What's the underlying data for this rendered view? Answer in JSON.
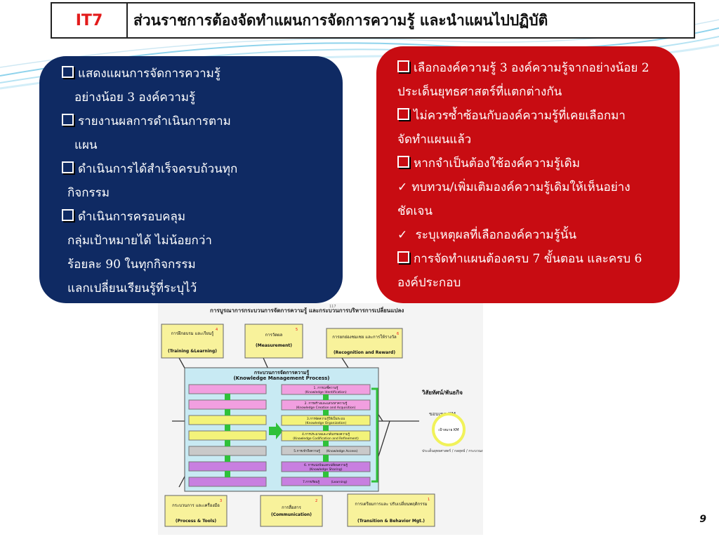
{
  "header": {
    "code": "IT7",
    "title": "ส่วนราชการต้องจัดทำแผนการจัดการความรู้ และนำแผนไปปฏิบัติ"
  },
  "left_panel": {
    "items": [
      {
        "line1": "แสดงแผนการจัดการความรู้",
        "line2": "อย่างน้อย 3 องค์ความรู้"
      },
      {
        "line1": "รายงานผลการดำเนินการตาม",
        "line2": "แผน"
      },
      {
        "line1": "ดำเนินการได้สำเร็จครบถ้วนทุก",
        "line2": "กิจกรรม"
      },
      {
        "line1": "ดำเนินการครอบคลุม",
        "line2": "กลุ่มเป้าหมายได้ ไม่น้อยกว่า",
        "line3": "ร้อยละ 90 ในทุกกิจกรรม",
        "line4": "แลกเปลี่ยนเรียนรู้ที่ระบุไว้"
      }
    ]
  },
  "right_panel": {
    "items": [
      {
        "marker": "box",
        "line1": "เลือกองค์ความรู้ 3 องค์ความรู้จากอย่างน้อย 2",
        "line2": "ประเด็นยุทธศาสตร์ที่แตกต่างกัน"
      },
      {
        "marker": "box",
        "line1": "ไม่ควรซ้ำซ้อนกับองค์ความรู้ที่เคยเลือกมา",
        "line2": "จัดทำแผนแล้ว"
      },
      {
        "marker": "box",
        "line1": "หากจำเป็นต้องใช้องค์ความรู้เดิม",
        "line2": ""
      },
      {
        "marker": "check",
        "line1": "ทบทวน/เพิ่มเติมองค์ความรู้เดิมให้เห็นอย่าง",
        "line2": "ชัดเจน"
      },
      {
        "marker": "check",
        "line1": "ระบุเหตุผลที่เลือกองค์ความรู้นั้น",
        "line2": ""
      },
      {
        "marker": "box",
        "line1": "การจัดทำแผนต้องครบ 7 ขั้นตอน และครบ 6",
        "line2": "องค์ประกอบ"
      }
    ],
    "check_glyph": "✓"
  },
  "diagram": {
    "page_tag": "117",
    "title": "การบูรณาการกระบวนการจัดการความรู้ และกระบวนการบริหารการเปลี่ยนแปลง",
    "top_boxes": [
      {
        "num": "4",
        "th": "การฝึกอบรม และเรียนรู้",
        "en": "(Training &Learning)"
      },
      {
        "num": "5",
        "th": "การวัดผล",
        "en": "(Measurement)"
      },
      {
        "num": "6",
        "th": "การยกย่องชมเชย และการให้รางวัล",
        "en": "(Recognition and Reward)"
      }
    ],
    "bottom_boxes": [
      {
        "num": "3",
        "th": "กระบวนการ และเครื่องมือ",
        "en": "(Process & Tools)"
      },
      {
        "num": "2",
        "th": "การสื่อสาร",
        "en": "(Communication)"
      },
      {
        "num": "1",
        "th": "การเตรียมการและ ปรับเปลี่ยนพฤติกรรม",
        "en": "(Transition & Behavior Mgt.)"
      }
    ],
    "center_title_th": "กระบวนการจัดการความรู้",
    "center_title_en": "(Knowledge Management Process)",
    "steps": [
      {
        "th": "1. การบ่งชี้ความรู้",
        "en": "(Knowledge Identification)"
      },
      {
        "th": "2. การสร้างและแสวงหาความรู้",
        "en": "(Knowledge Creation and Acquisition)"
      },
      {
        "th": "3.การจัดความรู้ให้เป็นระบบ",
        "en": "(Knowledge Organization)"
      },
      {
        "th": "4.การประมวลและกลั่นกรองความรู้",
        "en": "(Knowledge Codification and Refinement)"
      },
      {
        "th": "5.การเข้าถึงความรู้",
        "en": "(Knowledge Access)"
      },
      {
        "th": "6. การแบ่งปันแลกเปลี่ยนความรู้",
        "en": "(Knowledge Sharing)"
      },
      {
        "th": "7.การเรียนรู้",
        "en": "(Learning)"
      }
    ],
    "vision_title": "วิสัยทัศน์/พันธกิจ",
    "scope_label": "ขอบเขต KM",
    "target_label": "เป้าหมาย KM",
    "strategy_label": "ประเด็นยุทธศาสตร์ / กลยุทธ์ / กระบวนงาน",
    "colors": {
      "step_fill": "#f19fe0",
      "left_col": "#f3f37a",
      "accent_green": "#2fc13a"
    }
  },
  "page_number": "9"
}
